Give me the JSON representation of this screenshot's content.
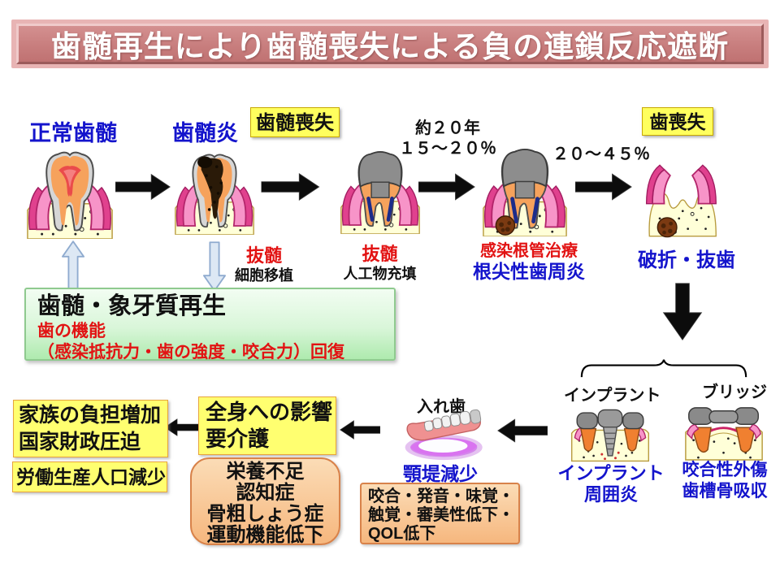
{
  "title": "歯髄再生により歯髄喪失による負の連鎖反応遮断",
  "top_flow": {
    "normal_label": "正常歯髄",
    "pulpitis_label": "歯髄炎",
    "pulp_loss_box": "歯髄喪失",
    "tooth_loss_box": "歯喪失",
    "duration_line1": "約２０年",
    "duration_line2": "１５～２０％",
    "percent_right": "２０～４５％",
    "pulpectomy_left": {
      "red": "抜髄",
      "black": "細胞移植"
    },
    "pulpectomy_mid": {
      "red": "抜髄",
      "black": "人工物充填"
    },
    "infection": {
      "red": "感染根管治療",
      "blue": "根尖性歯周炎"
    },
    "fracture_label": "破折・抜歯"
  },
  "regeneration_box": {
    "line1": "歯髄・象牙質再生",
    "line2": "歯の機能",
    "line3": "（感染抵抗力・歯の強度・咬合力）回復"
  },
  "prosthetic": {
    "implant_label": "インプラント",
    "bridge_label": "ブリッジ",
    "implant_caption1": "インプラント",
    "implant_caption2": "周囲炎",
    "bridge_caption1": "咬合性外傷",
    "bridge_caption2": "歯槽骨吸収",
    "denture_label": "入れ歯",
    "denture_caption": "顎堤減少"
  },
  "impact": {
    "family_line1": "家族の負担増加",
    "family_line2": "国家財政圧迫",
    "labor_box": "労働生産人口減少",
    "systemic_line1": "全身への影響",
    "systemic_line2": "要介護",
    "health_line1": "栄養不足",
    "health_line2": "認知症",
    "health_line3": "骨粗しょう症",
    "health_line4": "運動機能低下",
    "qol_line1": "咬合・発音・味覚・",
    "qol_line2": "触覚・審美性低下・",
    "qol_line3": "QOL低下"
  },
  "colors": {
    "banner_pink": "#c87e7e",
    "blue_text": "#1414cc",
    "red_text": "#e21313",
    "yellow_box": "#ffff5e",
    "green_box_top": "#f2fdf2",
    "green_box_bottom": "#aeeaae",
    "peach_box": "#f6b77e",
    "peach_border": "#d8824a",
    "bone_yellow": "#ffffd8",
    "gum_pink": "#f794c8"
  }
}
